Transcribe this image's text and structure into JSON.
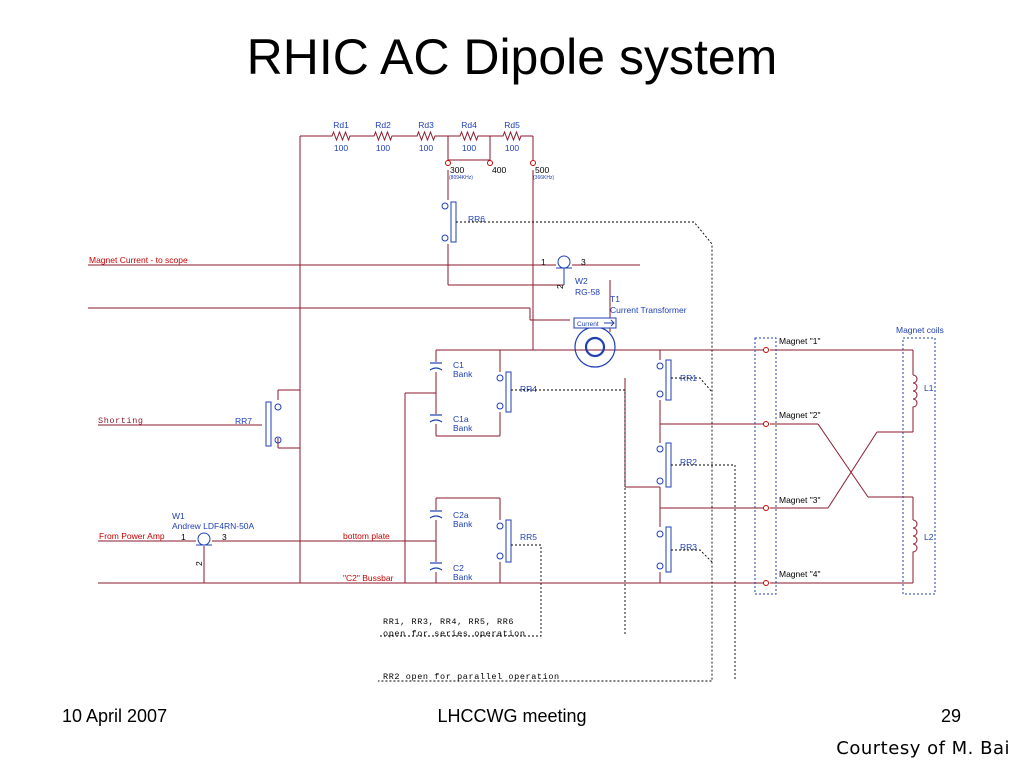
{
  "slide": {
    "title": "RHIC AC Dipole system",
    "footer_left": "10 April 2007",
    "footer_center": "LHCCWG meeting",
    "footer_right": "29",
    "courtesy": "Courtesy of M. Bai"
  },
  "colors": {
    "wire": "#8b1a2b",
    "label_red": "#cc0000",
    "dashed": "#000000",
    "blue": "#1f3fb5",
    "terminal": "#cc0000"
  },
  "diagram": {
    "resistors": [
      {
        "name": "Rd1",
        "value": "100"
      },
      {
        "name": "Rd2",
        "value": "100"
      },
      {
        "name": "Rd3",
        "value": "100"
      },
      {
        "name": "Rd4",
        "value": "100"
      },
      {
        "name": "Rd5",
        "value": "100"
      }
    ],
    "taps": [
      {
        "value": "300",
        "note": "(8094KHz)"
      },
      {
        "value": "400",
        "note": ""
      },
      {
        "value": "500",
        "note": "(366KHz)"
      }
    ],
    "relays": {
      "rr1": "RR1",
      "rr2": "RR2",
      "rr3": "RR3",
      "rr4": "RR4",
      "rr5": "RR5",
      "rr6": "RR6",
      "rr7": "RR7"
    },
    "caps": {
      "c1": "C1",
      "c1_sub": "Bank",
      "c1a": "C1a",
      "c1a_sub": "Bank",
      "c2a": "C2a",
      "c2a_sub": "Bank",
      "c2": "C2",
      "c2_sub": "Bank"
    },
    "magnet_current_label": "Magnet Current - to scope",
    "shorting_label": "Shorting",
    "power_amp_label": "From Power Amp",
    "bottom_plate_label": "bottom plate",
    "bussbar_label": "\"C2\" Bussbar",
    "w2": {
      "name": "W2",
      "cable": "RG-58",
      "pin1": "1",
      "pin2": "2",
      "pin3": "3"
    },
    "w1": {
      "name": "W1",
      "cable": "Andrew LDF4RN-50A",
      "pin1": "1",
      "pin2": "2",
      "pin3": "3"
    },
    "t1": {
      "name": "T1",
      "desc": "Current Transformer",
      "arrow_label": "Current"
    },
    "magnet_coils_label": "Magnet coils",
    "magnets": [
      "Magnet \"1\"",
      "Magnet \"2\"",
      "Magnet \"3\"",
      "Magnet \"4\""
    ],
    "coils": [
      "L1",
      "L2"
    ],
    "note_series_1": "RR1, RR3, RR4, RR5, RR6",
    "note_series_2": "open for series operation",
    "note_parallel": "RR2 open for parallel operation"
  }
}
